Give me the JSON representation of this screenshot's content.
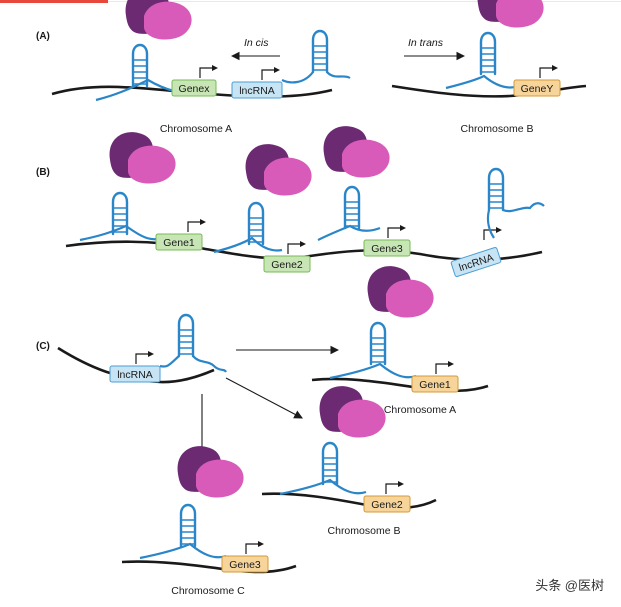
{
  "colors": {
    "chromatin": "#1a1a1a",
    "rna": "#2a86c8",
    "protein_dark": "#6c2a72",
    "protein_light": "#d85ab9",
    "gene_green": "#c8e6b5",
    "gene_green_border": "#78b85a",
    "gene_orange": "#f6d49a",
    "gene_orange_border": "#d49a3a",
    "lncrna_blue": "#c7e4f5",
    "lncrna_blue_border": "#4a9ed4",
    "brand_red": "#e8483b"
  },
  "icons": {
    "protein_complex": "protein-complex-icon",
    "rna_hairpin": "rna-hairpin-icon",
    "promoter_arrow": "promoter-arrow-icon"
  },
  "panels": {
    "a": {
      "label": "(A)",
      "in_cis": "In cis",
      "in_trans": "In trans",
      "gene_x": "Genex",
      "lncrna": "lncRNA",
      "gene_y": "GeneY",
      "chromosome_a": "Chromosome A",
      "chromosome_b": "Chromosome B"
    },
    "b": {
      "label": "(B)",
      "gene1": "Gene1",
      "gene2": "Gene2",
      "gene3": "Gene3",
      "lncrna": "lncRNA"
    },
    "c": {
      "label": "(C)",
      "lncrna": "lncRNA",
      "gene1": "Gene1",
      "gene2": "Gene2",
      "gene3": "Gene3",
      "chromosome_a": "Chromosome A",
      "chromosome_b": "Chromosome B",
      "chromosome_c": "Chromosome C"
    }
  },
  "watermark": "头条 @医树"
}
